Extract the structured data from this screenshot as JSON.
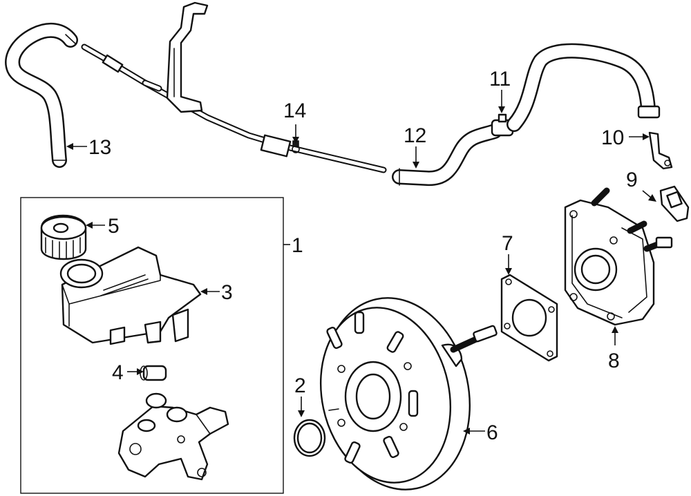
{
  "callouts": [
    {
      "id": "1",
      "label": "1"
    },
    {
      "id": "2",
      "label": "2"
    },
    {
      "id": "3",
      "label": "3"
    },
    {
      "id": "4",
      "label": "4"
    },
    {
      "id": "5",
      "label": "5"
    },
    {
      "id": "6",
      "label": "6"
    },
    {
      "id": "7",
      "label": "7"
    },
    {
      "id": "8",
      "label": "8"
    },
    {
      "id": "9",
      "label": "9"
    },
    {
      "id": "10",
      "label": "10"
    },
    {
      "id": "11",
      "label": "11"
    },
    {
      "id": "12",
      "label": "12"
    },
    {
      "id": "13",
      "label": "13"
    },
    {
      "id": "14",
      "label": "14"
    }
  ],
  "colors": {
    "line": "#111111",
    "background": "#ffffff"
  }
}
